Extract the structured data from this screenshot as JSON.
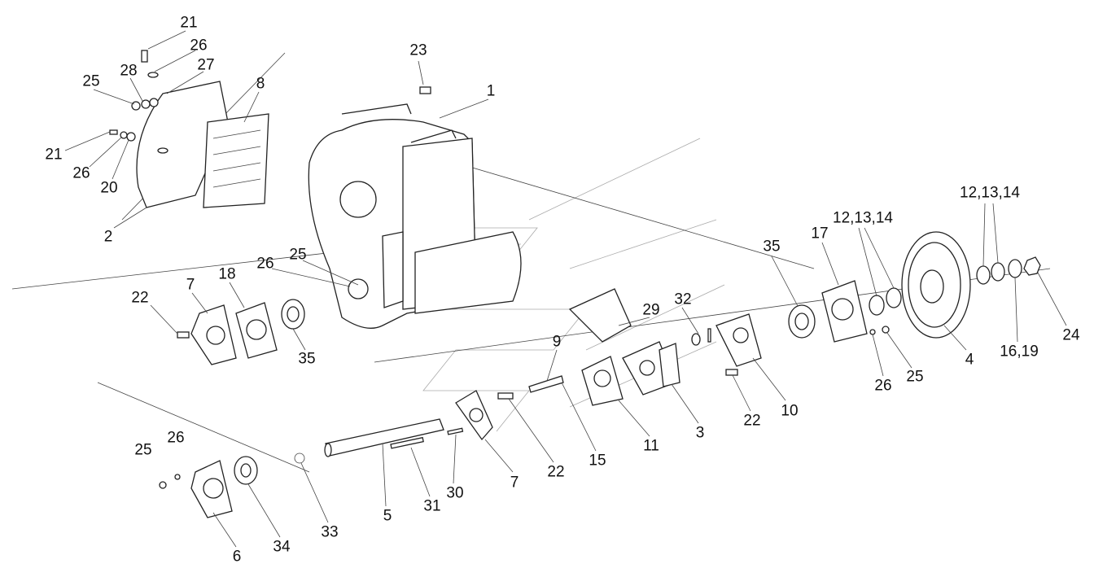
{
  "title": "Exploded assembly drawing",
  "labels": [
    "21",
    "26",
    "28",
    "27",
    "25",
    "8",
    "23",
    "1",
    "21",
    "26",
    "20",
    "2",
    "35",
    "17",
    "12,13,14",
    "12,13,14",
    "22",
    "7",
    "18",
    "26",
    "25",
    "35",
    "32",
    "29",
    "9",
    "24",
    "16,19",
    "4",
    "26",
    "25",
    "22",
    "10",
    "3",
    "11",
    "15",
    "22",
    "7",
    "30",
    "31",
    "5",
    "33",
    "34",
    "6",
    "25",
    "26"
  ]
}
